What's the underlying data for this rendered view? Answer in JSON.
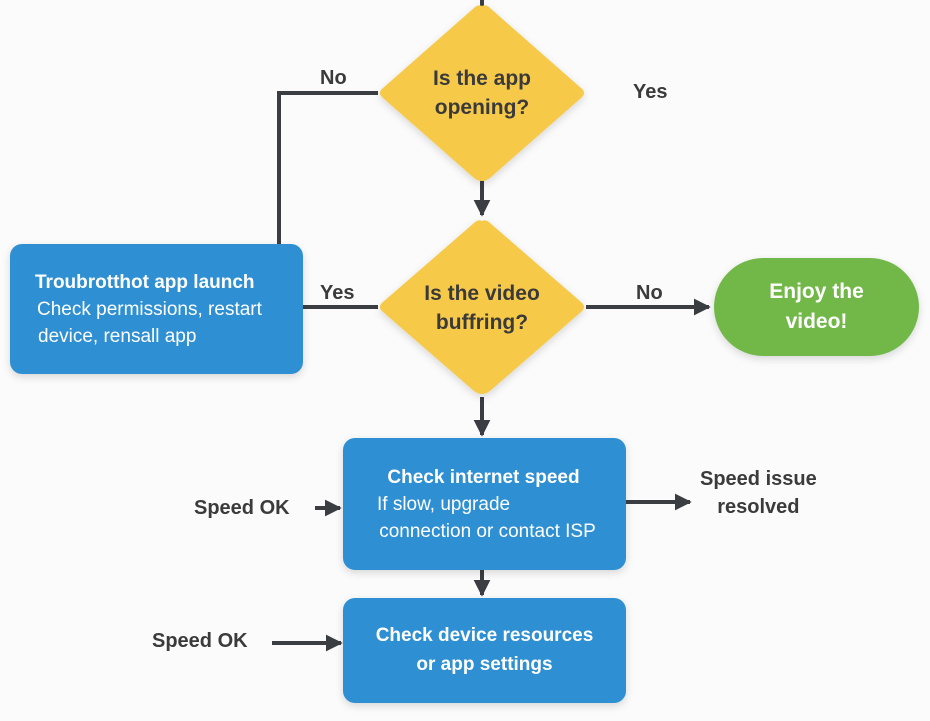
{
  "colors": {
    "background": "#fbfbfb",
    "decision": "#f7c948",
    "process": "#2e8fd2",
    "terminal": "#72b84a",
    "connector": "#3a3d42",
    "label_text": "#3b3b3b"
  },
  "nodes": {
    "decision_app_opening": {
      "shape": "diamond",
      "lines": [
        "Is the app",
        "opening?"
      ]
    },
    "decision_video_buffering": {
      "shape": "diamond",
      "lines": [
        "Is the video",
        "buffring?"
      ]
    },
    "process_app_launch": {
      "shape": "rounded-rect",
      "title": "Troubrotthot app launch",
      "lines": [
        "Check permissions, restart",
        "device, rensall app"
      ]
    },
    "terminal_enjoy": {
      "shape": "pill",
      "lines": [
        "Enjoy the",
        "video!"
      ]
    },
    "process_internet_speed": {
      "shape": "rounded-rect",
      "title": "Check internet speed",
      "lines": [
        "If slow, upgrade",
        "connection or contact ISP"
      ]
    },
    "process_device_resources": {
      "shape": "rounded-rect",
      "lines": [
        "Check device resources",
        "or app settings"
      ]
    }
  },
  "edge_labels": {
    "app_opening_no": "No",
    "app_opening_yes": "Yes",
    "launch_yes": "Yes",
    "buffering_no": "No",
    "speed_ok_1": "Speed OK",
    "speed_ok_2": "Speed OK",
    "speed_issue_resolved": [
      "Speed issue",
      "resolved"
    ]
  }
}
